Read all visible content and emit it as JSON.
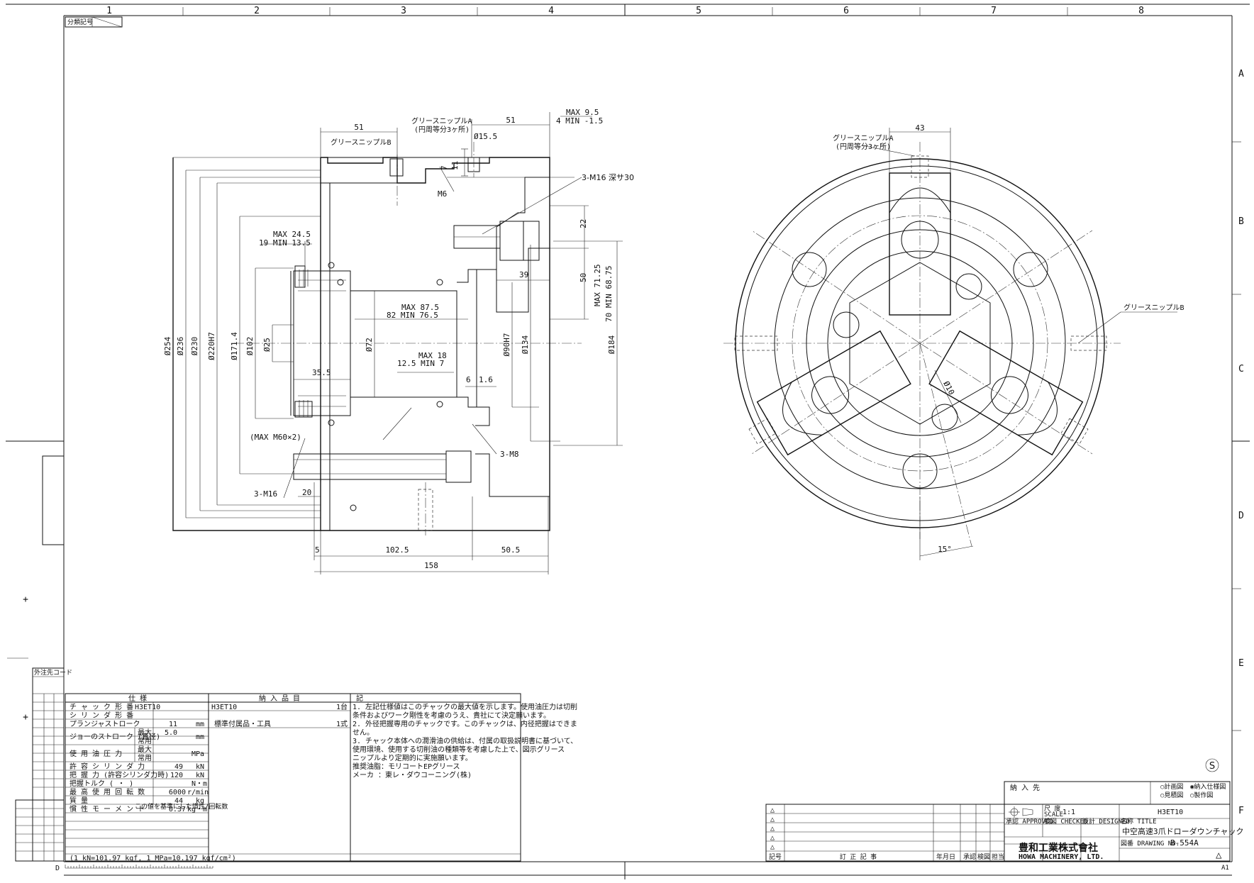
{
  "sheet": {
    "border_columns": [
      "1",
      "2",
      "3",
      "4",
      "5",
      "6",
      "7",
      "8"
    ],
    "border_rows": [
      "A",
      "B",
      "C",
      "D",
      "E",
      "F"
    ],
    "class_code_label": "分類記号",
    "order_code_label": "外注先コード",
    "corner_letter": "D",
    "sheet_size": "A1",
    "s_mark": "S"
  },
  "side_view": {
    "dims": {
      "d254": "Ø254",
      "d236": "Ø236",
      "d230": "Ø230",
      "d220": "Ø220H7",
      "d171": "Ø171.4",
      "d102": "Ø102",
      "d25": "Ø25",
      "d72": "Ø72",
      "d90": "Ø90H7",
      "d134": "Ø134",
      "d184": "Ø184",
      "top51a": "51",
      "top51b": "51",
      "max95": "MAX  9.5",
      "min15": "4 MIN -1.5",
      "d155": "Ø15.5",
      "v7": "7",
      "v11": "11",
      "m6": "M6",
      "m16top": "3-M16 深サ30",
      "max245": "MAX  24.5",
      "min135": "19 MIN  13.5",
      "v22": "22",
      "v39": "39",
      "v50": "50",
      "max7125": "MAX 71.25",
      "min6875": "70 MIN 68.75",
      "max875": "MAX 87.5",
      "min765": "82 MIN 76.5",
      "max18": "MAX  18",
      "min7": "12.5 MIN   7",
      "v355": "35.5",
      "v6": "6",
      "v16": "1.6",
      "m60": "(MAX M60×2)",
      "m8": "3-M8",
      "m16": "3-M16",
      "v20": "20",
      "v5": "5",
      "v1025": "102.5",
      "v505": "50.5",
      "v158": "158"
    },
    "labels": {
      "grease_a": "グリースニップルA",
      "grease_a_sub": "(円周等分3ヶ所)",
      "grease_b": "グリースニップルB"
    }
  },
  "front_view": {
    "dims": {
      "w43": "43",
      "d10": "Ø10",
      "angle": "15°"
    },
    "labels": {
      "grease_a": "グリースニップルA",
      "grease_a_sub": "(円周等分3ヶ所)",
      "grease_b": "グリースニップルB"
    }
  },
  "spec_table": {
    "headers": {
      "spec": "仕      様",
      "delivery": "納 入 品 目",
      "notes": "記"
    },
    "rows": [
      {
        "label": "チ ャ ッ ク 形 番",
        "value": "H3ET10"
      },
      {
        "label": "シ リ ン ダ 形 番",
        "value": ""
      },
      {
        "label": "プランジャストローク",
        "value": "11",
        "unit": "mm"
      },
      {
        "label": "ジョーのストローク (直径)",
        "sub1": "最大",
        "val1": "5.0",
        "sub2": "常用",
        "unit": "mm"
      },
      {
        "label": "使  用  油  圧  力",
        "sub1": "最大",
        "sub2": "常用",
        "unit": "MPa"
      },
      {
        "label": "許 容 シ リ ン ダ 力",
        "value": "49",
        "unit": "kN"
      },
      {
        "label": "把  握  力 (許容シリンダ力時)",
        "value": "120",
        "unit": "kN"
      },
      {
        "label": "把握トルク (   ・   )",
        "value": "",
        "unit": "N・m"
      },
      {
        "label": "最 高 使 用 回 転 数",
        "value": "6000",
        "unit": "r/min"
      },
      {
        "label": "質            量",
        "value": "44",
        "unit": "kg"
      },
      {
        "label": "慣 性 モ ー メ ン ト",
        "value": "0.37",
        "unit": "kg・m²"
      }
    ],
    "delivery_items": [
      {
        "name": "H3ET10",
        "qty": "1台"
      },
      {
        "name": "標準付属品・工具",
        "qty": "1式"
      }
    ],
    "notes": [
      "1. 左記仕様値はこのチャックの最大値を示します。使用油圧力は切削",
      "   条件およびワーク剛性を考慮のうえ、貴社にて決定願います。",
      "2. 外径把握専用のチャックです。このチャックは、内径把握はできま",
      "   せん。",
      "3. チャック本体への潤滑油の供給は、付属の取扱説明書に基づいて、",
      "   使用環境、使用する切削油の種類等を考慮した上で、図示グリース",
      "   ニップルより定期的に実施願います。",
      "   推奨油脂：モリコートEPグリース",
      "   メーカ  ：東レ・ダウコーニング(株)"
    ],
    "footnote": "(1 kN=101.97 kgf, 1 MPa=10.197 kgf/cm²)",
    "moment_note": "この値を基準にした慣性/回転数"
  },
  "title_block": {
    "delivery_label": "納 入 先",
    "checks": [
      "○計画図",
      "◉納入仕様図",
      "○見積図",
      "○製作図"
    ],
    "model": "H3ET10",
    "scale_label": "尺 度",
    "scale_sub": "SCALE",
    "scale": "1:1",
    "approved": "承認 APPROVED",
    "checked": "検図 CHECKED",
    "designed": "設計 DESIGNED",
    "title_label": "名称 TITLE",
    "title": "中空高速3爪ドローダウンチャック",
    "drawing_no_label": "図番 DRAWING NO.",
    "drawing_no": "B-554A",
    "company_jp": "豊和工業株式會社",
    "company_en": "HOWA MACHINERY, LTD."
  },
  "revision_block": {
    "header": [
      "記号",
      "訂  正  記  事",
      "年月日",
      "承認",
      "検図",
      "担当"
    ]
  }
}
